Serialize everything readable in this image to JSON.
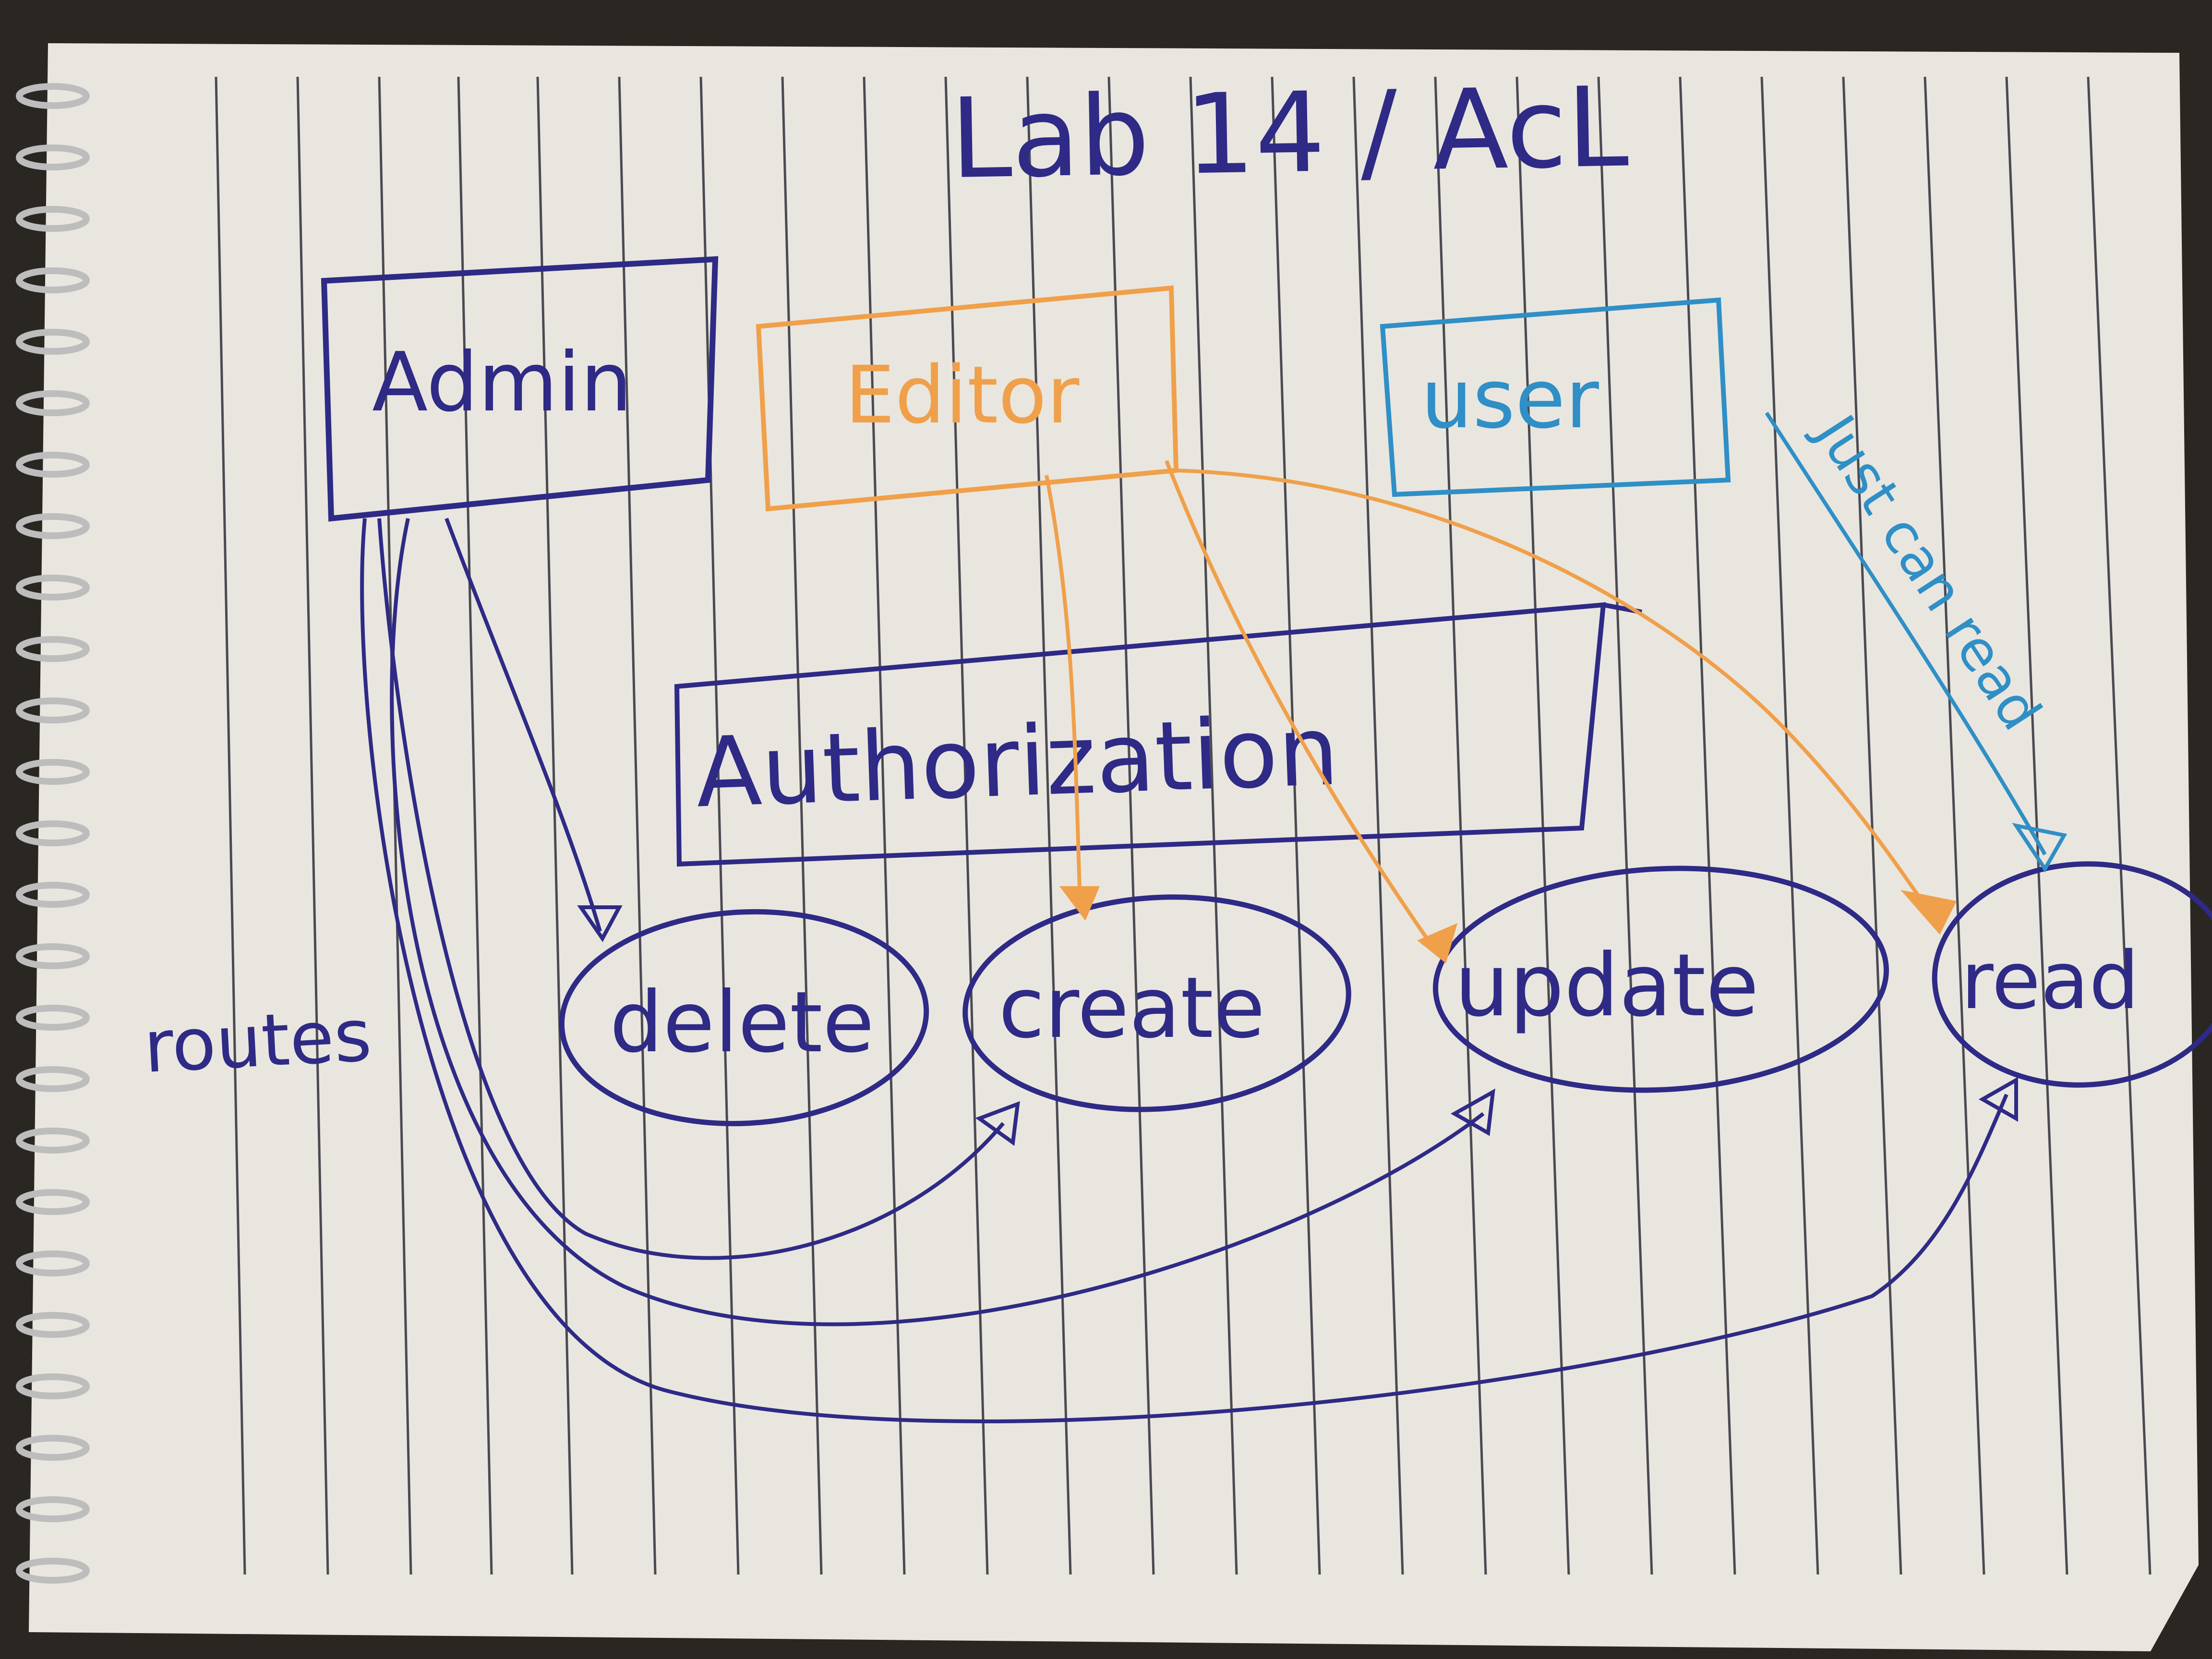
{
  "title": "Lab 14 / AcL",
  "roles": {
    "admin": "Admin",
    "editor": "Editor",
    "user": "user"
  },
  "middleware": "Authorization",
  "actions": {
    "delete": "delete",
    "create": "create",
    "update": "update",
    "read": "read"
  },
  "annotations": {
    "routes": "routes",
    "just_can_read": "Just can read"
  },
  "colors": {
    "paper": "#e9e6df",
    "rule_line": "#2f2f3a",
    "admin_ink": "#2e2a86",
    "editor_ink": "#f0a04a",
    "user_ink": "#2f8fc6",
    "spiral": "#bdbdbd"
  }
}
